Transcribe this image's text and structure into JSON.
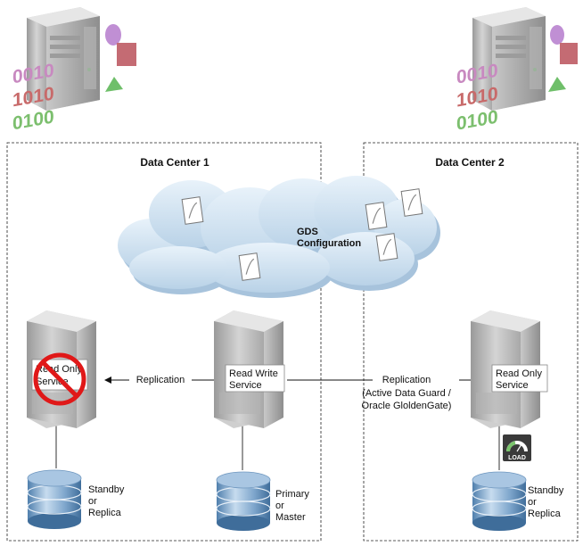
{
  "data_centers": [
    {
      "title": "Data Center 1"
    },
    {
      "title": "Data Center 2"
    }
  ],
  "cloud": {
    "label_line1": "GDS",
    "label_line2": "Configuration"
  },
  "servers": {
    "left": {
      "line1": "Read Only",
      "line2": "Service"
    },
    "middle": {
      "line1": "Read Write",
      "line2": "Service"
    },
    "right": {
      "line1": "Read Only",
      "line2": "Service"
    }
  },
  "replication": {
    "left": {
      "line1": "Replication"
    },
    "right": {
      "line1": "Replication",
      "line2": "(Active Data Guard /",
      "line3": "Oracle GloldenGate)"
    }
  },
  "databases": {
    "left": {
      "line1": "Standby",
      "line2": "or",
      "line3": "Replica"
    },
    "middle": {
      "line1": "Primary",
      "line2": "or",
      "line3": "Master"
    },
    "right": {
      "line1": "Standby",
      "line2": "or",
      "line3": "Replica"
    }
  },
  "load_badge": {
    "label": "LOAD"
  },
  "binary": {
    "row1": "0010",
    "row2": "1010",
    "row3": "0100"
  },
  "colors": {
    "binary_pink": "#c889c0",
    "binary_red": "#c86a6a",
    "binary_green": "#7cbf6e",
    "no_sign": "#e01818"
  }
}
